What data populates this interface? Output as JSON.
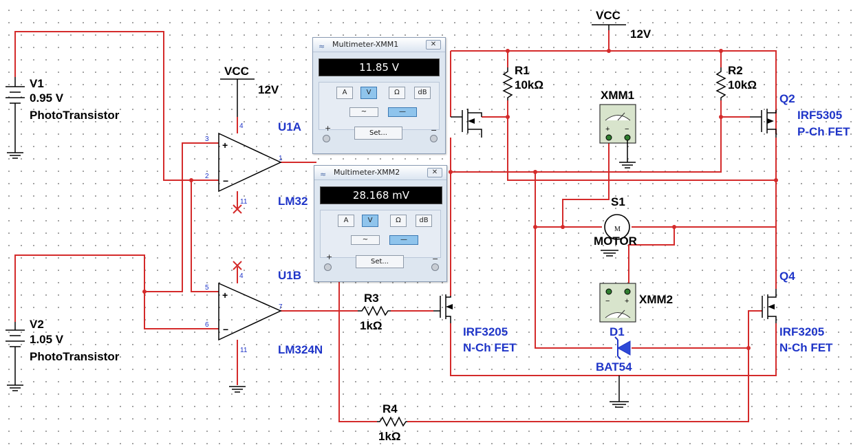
{
  "power": {
    "vcc1": {
      "name": "VCC",
      "voltage": "12V"
    },
    "vcc2": {
      "name": "VCC",
      "voltage": "12V"
    }
  },
  "sources": {
    "v1": {
      "ref": "V1",
      "value": "0.95 V",
      "desc": "PhotoTransistor"
    },
    "v2": {
      "ref": "V2",
      "value": "1.05 V",
      "desc": "PhotoTransistor"
    }
  },
  "opamps": {
    "u1a": {
      "ref": "U1A",
      "part": "LM32"
    },
    "u1b": {
      "ref": "U1B",
      "part": "LM324N"
    },
    "pins": {
      "p3": "3",
      "p2": "2",
      "p4a": "4",
      "p11a": "11",
      "p1": "1",
      "p5": "5",
      "p6": "6",
      "p4b": "4",
      "p11b": "11",
      "p7": "7"
    }
  },
  "resistors": {
    "r1": {
      "ref": "R1",
      "value": "10kΩ"
    },
    "r2": {
      "ref": "R2",
      "value": "10kΩ"
    },
    "r3": {
      "ref": "R3",
      "value": "1kΩ"
    },
    "r4": {
      "ref": "R4",
      "value": "1kΩ"
    }
  },
  "transistors": {
    "q2": {
      "ref": "Q2",
      "part": "IRF5305",
      "type": "P-Ch FET"
    },
    "q4": {
      "ref": "Q4",
      "part": "IRF3205",
      "type": "N-Ch FET"
    },
    "qn": {
      "part": "IRF3205",
      "type": "N-Ch FET"
    }
  },
  "misc": {
    "s1": "S1",
    "motor": "MOTOR",
    "motor_glyph": "M",
    "d1": {
      "ref": "D1",
      "part": "BAT54"
    },
    "xmm1": "XMM1",
    "xmm2": "XMM2"
  },
  "meters": {
    "xmm1": {
      "title": "Multimeter-XMM1",
      "reading": "11.85 V",
      "buttons": [
        "A",
        "V",
        "Ω",
        "dB"
      ],
      "selected": "V",
      "waves": [
        "~",
        "—"
      ],
      "set_label": "Set...",
      "plus": "+",
      "minus": "−",
      "close": "✕"
    },
    "xmm2": {
      "title": "Multimeter-XMM2",
      "reading": "28.168 mV",
      "buttons": [
        "A",
        "V",
        "Ω",
        "dB"
      ],
      "selected": "V",
      "waves": [
        "~",
        "—"
      ],
      "set_label": "Set...",
      "plus": "+",
      "minus": "−",
      "close": "✕"
    }
  },
  "colors": {
    "wire": "#d42a2a",
    "label_blue": "#1f35c8",
    "meter_selected": "#8fc4ec"
  }
}
